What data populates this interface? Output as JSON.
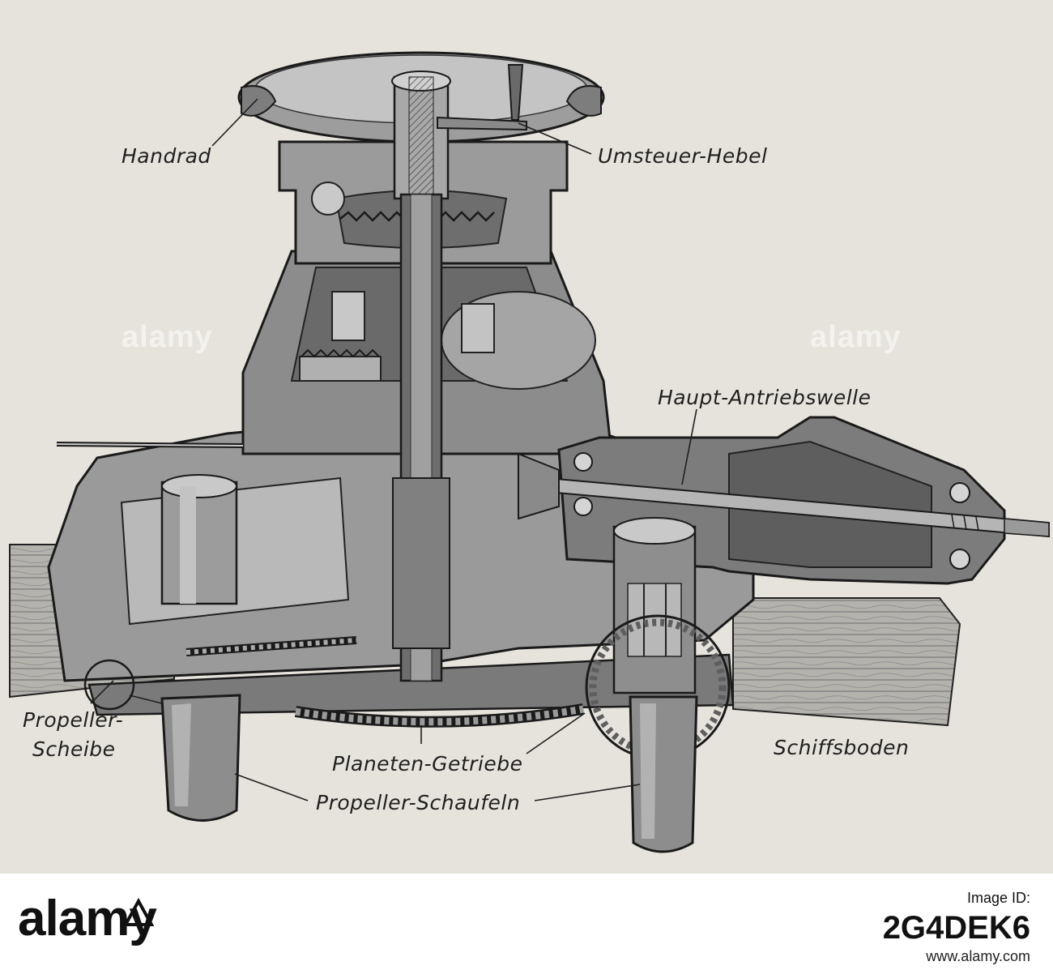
{
  "labels": {
    "handrad": "Handrad",
    "umsteuer_hebel": "Umsteuer-Hebel",
    "haupt_antriebswelle": "Haupt-Antriebswelle",
    "propeller_scheibe_1": "Propeller-",
    "propeller_scheibe_2": "Scheibe",
    "planeten_getriebe": "Planeten-Getriebe",
    "propeller_schaufeln": "Propeller-Schaufeln",
    "schiffsboden": "Schiffsboden"
  },
  "watermark": {
    "text": "alamy"
  },
  "footer": {
    "brand": "alamy",
    "image_id_label": "Image ID:",
    "image_id": "2G4DEK6",
    "url": "www.alamy.com"
  },
  "colors": {
    "plate": "#e6e3dc",
    "ink": "#1f1f1f",
    "metal_dark": "#5d5d5d",
    "metal_mid": "#8a8a8a",
    "metal_light": "#b9b9b9",
    "wood": "#a9a9a9"
  }
}
